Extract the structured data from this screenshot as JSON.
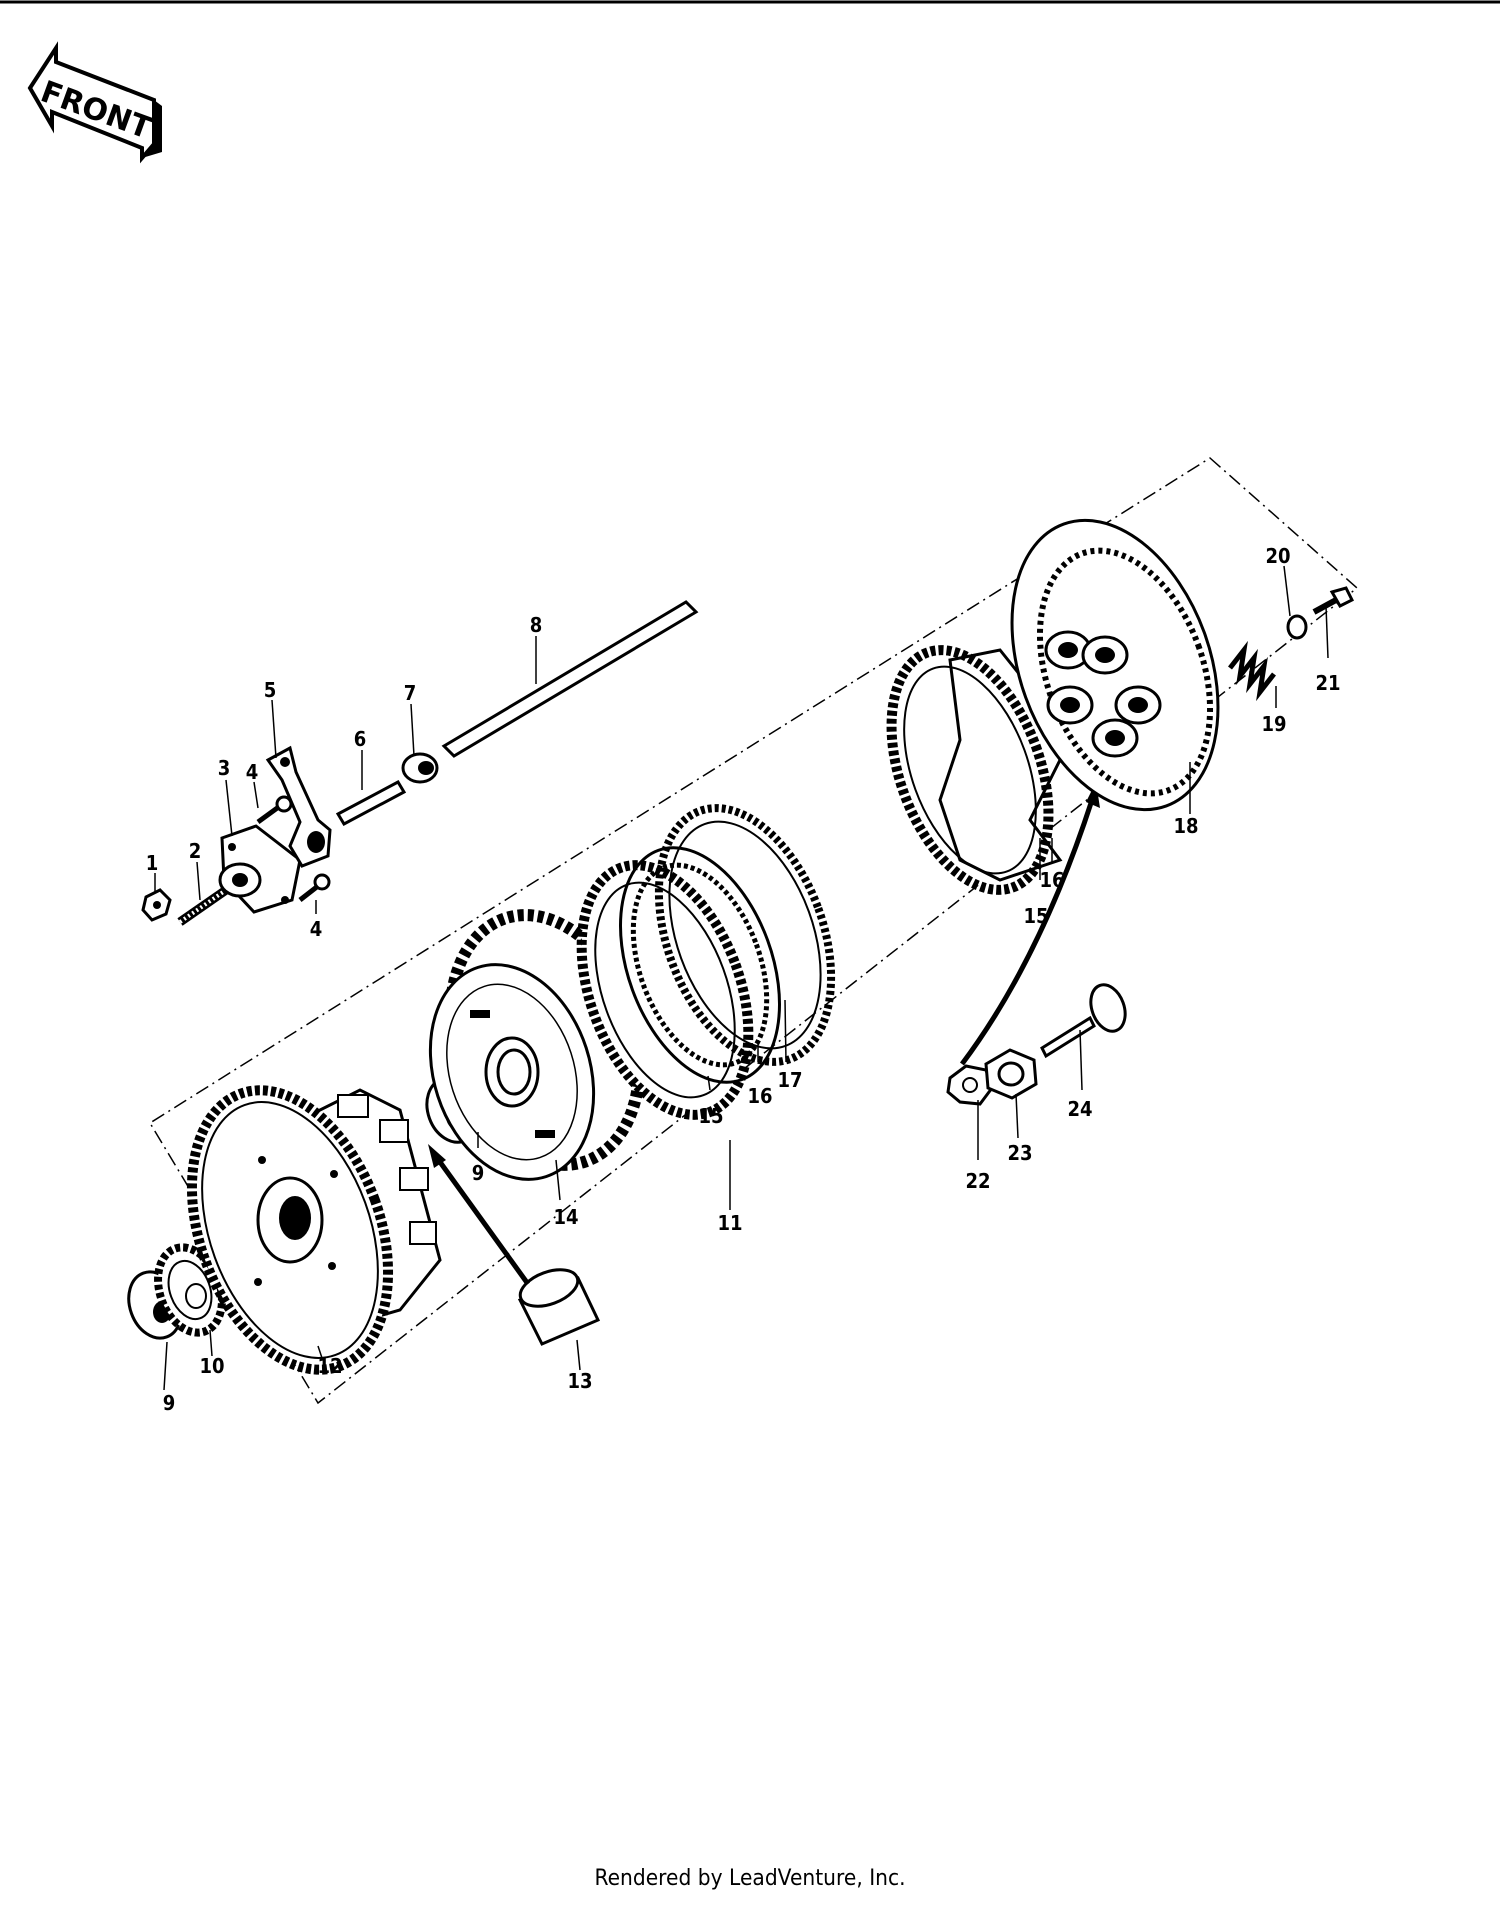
{
  "direction_label": "FRONT",
  "footer_text": "Rendered by LeadVenture, Inc.",
  "callouts": {
    "c1": "1",
    "c2": "2",
    "c3": "3",
    "c4a": "4",
    "c4b": "4",
    "c5": "5",
    "c6": "6",
    "c7": "7",
    "c8": "8",
    "c9a": "9",
    "c9b": "9",
    "c10": "10",
    "c11": "11",
    "c12": "12",
    "c13": "13",
    "c14": "14",
    "c15a": "15",
    "c15b": "15",
    "c16a": "16",
    "c16b": "16",
    "c17": "17",
    "c18": "18",
    "c19": "19",
    "c20": "20",
    "c21": "21",
    "c22": "22",
    "c23": "23",
    "c24": "24"
  }
}
